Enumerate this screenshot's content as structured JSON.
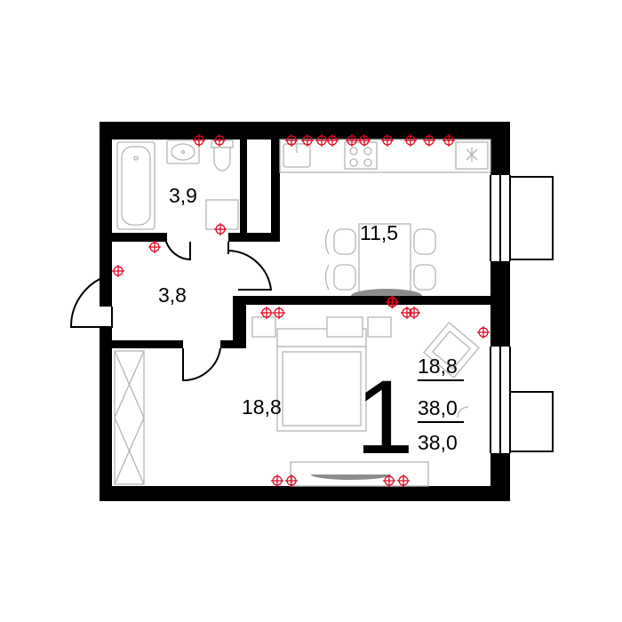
{
  "plan": {
    "rooms_count_label": "1",
    "rooms": {
      "bathroom_area": "3,9",
      "hall_area": "3,8",
      "kitchen_area": "11,5",
      "living_area": "18,8"
    },
    "summary": {
      "living_area": "18,8",
      "total_area": "38,0",
      "total_area_2": "38,0"
    }
  },
  "colors": {
    "walls": "#000000",
    "furniture": "#b5b5b5",
    "sockets": "#e0001b"
  },
  "icons": [
    "bathtub-icon",
    "sink-icon",
    "toilet-icon",
    "stove-icon",
    "dining-table-icon",
    "bed-icon",
    "armchair-icon",
    "wardrobe-icon",
    "socket-icon",
    "door-icon",
    "window-icon"
  ]
}
